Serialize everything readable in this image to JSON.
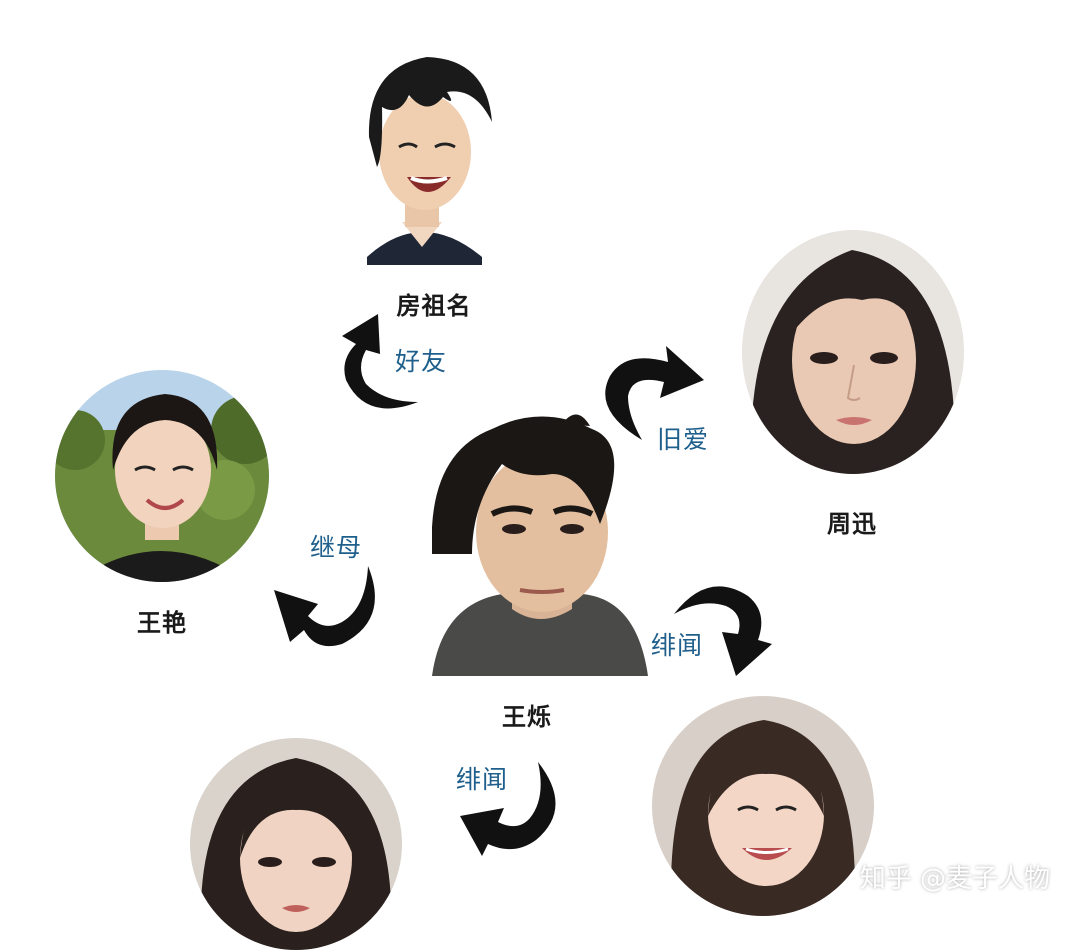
{
  "people": {
    "center": {
      "name": "王烁"
    },
    "top": {
      "name": "房祖名"
    },
    "left": {
      "name": "王艳"
    },
    "right": {
      "name": "周迅"
    },
    "bottom_left": {
      "name": ""
    },
    "bottom_right": {
      "name": ""
    }
  },
  "relations": {
    "top": "好友",
    "left": "继母",
    "right": "旧爱",
    "bottom_right": "绯闻",
    "bottom_left": "绯闻"
  },
  "watermark": "知乎 @麦子人物",
  "colors": {
    "name_text": "#1a1a1a",
    "relation_text": "#1f5f8c",
    "arrow": "#111111",
    "background": "#ffffff"
  }
}
